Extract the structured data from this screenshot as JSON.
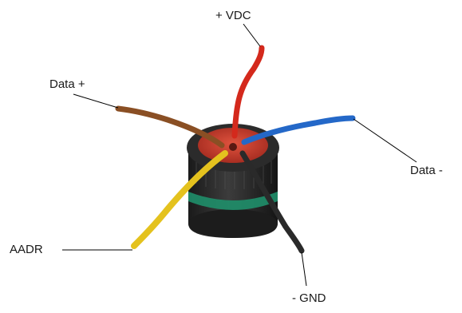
{
  "labels": {
    "vdc": "+ VDC",
    "data_plus": "Data +",
    "data_minus": "Data -",
    "aadr": "AADR",
    "gnd": "- GND"
  },
  "colors": {
    "red_wire": "#d4291c",
    "brown_wire": "#8a4f24",
    "blue_wire": "#2468c8",
    "yellow_wire": "#e4c21e",
    "black_wire": "#2a2a2a",
    "connector_body": "#2b2b2b",
    "connector_face": "#c0392b",
    "green_band": "#1f8f6a",
    "leader_line": "#000000"
  }
}
